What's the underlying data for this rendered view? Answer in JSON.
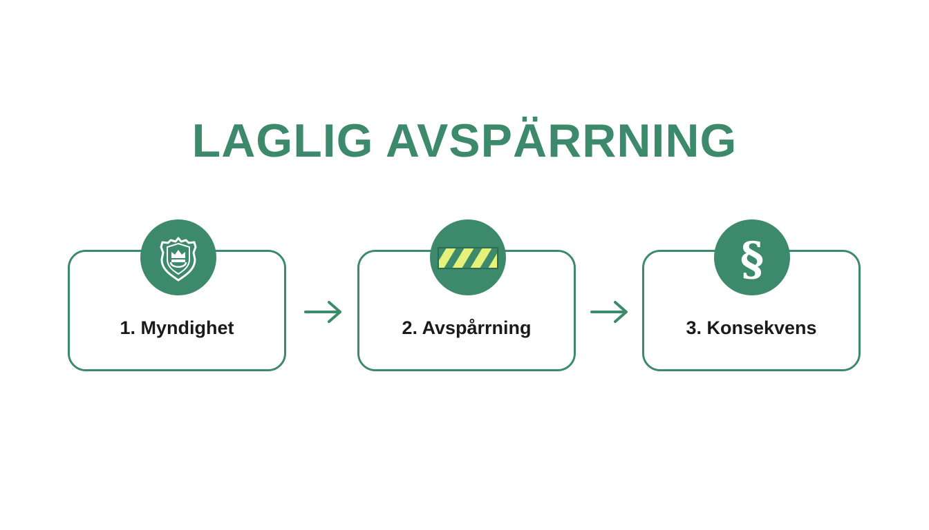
{
  "title": "LAGLIG AVSPÄRRNING",
  "colors": {
    "primary": "#3c8a6b",
    "tape_stripe": "#e4f27a",
    "text_dark": "#1a1a1a",
    "background": "#ffffff"
  },
  "steps": [
    {
      "label": "1. Myndighet",
      "icon": "police-badge-icon"
    },
    {
      "label": "2. Avspårrning",
      "icon": "barrier-tape-icon"
    },
    {
      "label": "3. Konsekvens",
      "icon": "section-sign-icon",
      "icon_glyph": "§"
    }
  ],
  "connectors": [
    {
      "from": "1. Myndighet",
      "to": "2. Avspårrning"
    },
    {
      "from": "2. Avspårrning",
      "to": "3. Konsekvens"
    }
  ]
}
